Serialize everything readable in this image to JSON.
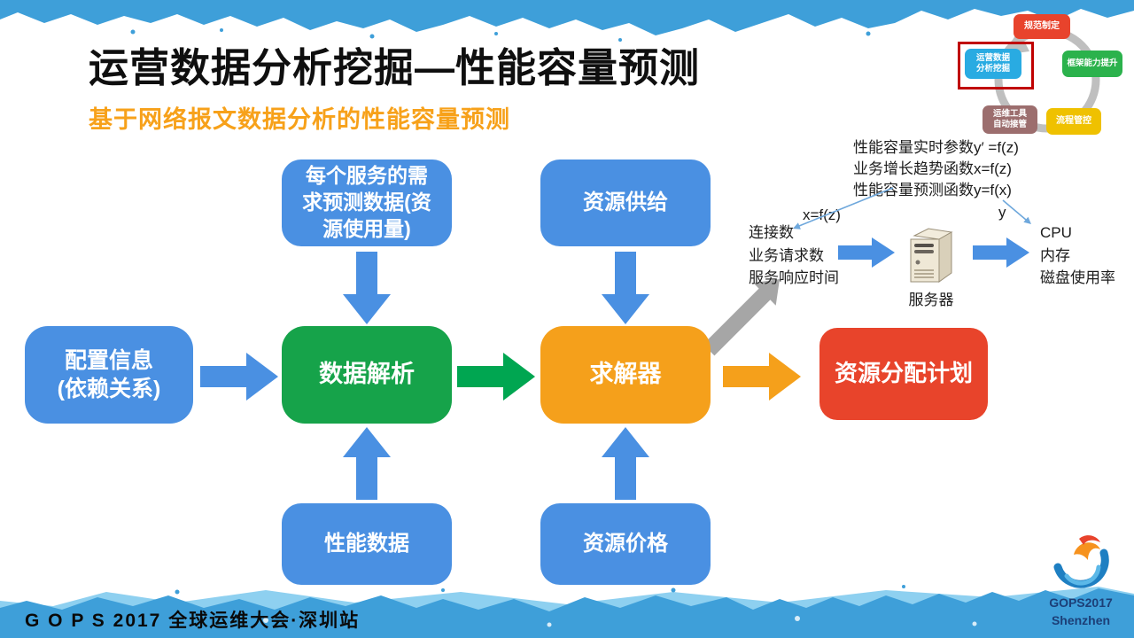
{
  "slide": {
    "title": "运营数据分析挖掘—性能容量预测",
    "subtitle": "基于网络报文数据分析的性能容量预测"
  },
  "cycle": {
    "items": [
      {
        "id": "spec",
        "label": "规范制定"
      },
      {
        "id": "ops-data",
        "label": "运营数据\n分析挖掘",
        "highlighted": true
      },
      {
        "id": "framework",
        "label": "框架能力提升"
      },
      {
        "id": "tools",
        "label": "运维工具\n自动接管"
      },
      {
        "id": "process",
        "label": "流程管控"
      }
    ]
  },
  "formulas": {
    "line1": "性能容量实时参数y′ =f(z)",
    "line2": "业务增长趋势函数x=f(z)",
    "line3": "性能容量预测函数y=f(x)",
    "label_x": "x=f(z)",
    "label_y": "y"
  },
  "pipeline": {
    "inputs": [
      "连接数",
      "业务请求数",
      "服务响应时间"
    ],
    "server_label": "服务器",
    "outputs": [
      "CPU",
      "内存",
      "磁盘使用率"
    ]
  },
  "flowchart": {
    "demand": "每个服务的需\n求预测数据(资\n源使用量)",
    "supply": "资源供给",
    "config": "配置信息\n(依赖关系)",
    "parse": "数据解析",
    "solver": "求解器",
    "plan": "资源分配计划",
    "perf": "性能数据",
    "price": "资源价格"
  },
  "footer": {
    "conference": "G O P S 2017 全球运维大会·深圳站",
    "logo_line1": "GOPS2017",
    "logo_line2": "Shenzhen"
  },
  "colors": {
    "box_blue": "#4A90E2",
    "box_green": "#16A34A",
    "box_orange": "#F5A01B",
    "box_red": "#E8442B",
    "cycle_red": "#E8432C",
    "cycle_blue": "#29ABE2",
    "cycle_green": "#2BB24C",
    "cycle_yellow": "#EFC100",
    "cycle_mauve": "#9C6E6E",
    "highlight_red": "#C00000",
    "subtitle_orange": "#F7A11A",
    "band_blue": "#3E9FD9",
    "logo_navy": "#1C3F77",
    "arrow_gray": "#A6A6A6"
  }
}
